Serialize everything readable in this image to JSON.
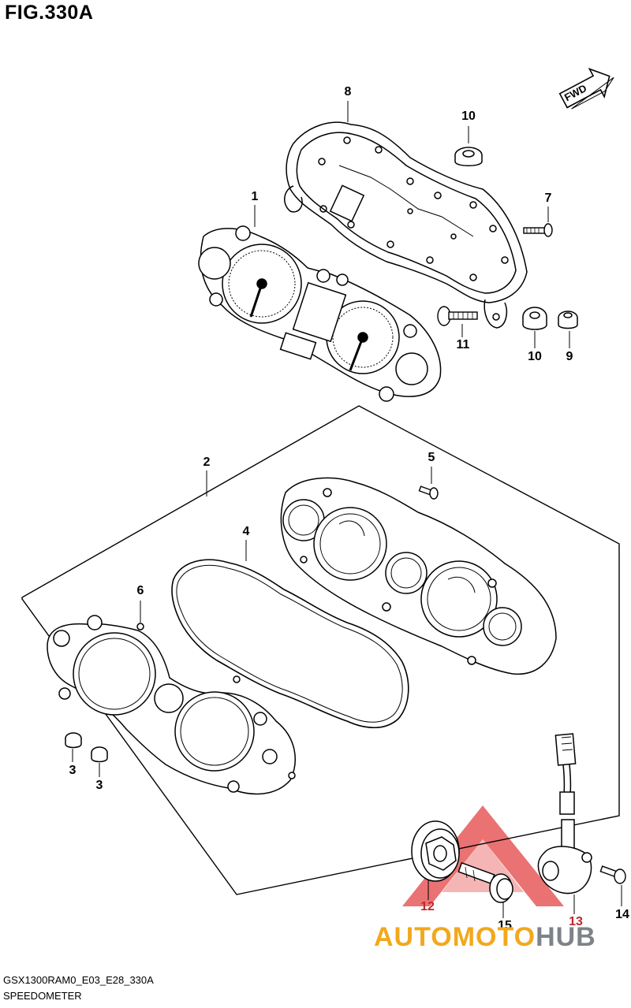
{
  "figure": {
    "title": "FIG.330A",
    "drawing_code": "GSX1300RAM0_E03_E28_330A",
    "description": "SPEEDOMETER"
  },
  "direction_indicator": "FWD",
  "callouts": [
    {
      "number": "1"
    },
    {
      "number": "2"
    },
    {
      "number": "3"
    },
    {
      "number": "3"
    },
    {
      "number": "4"
    },
    {
      "number": "5"
    },
    {
      "number": "6"
    },
    {
      "number": "7"
    },
    {
      "number": "8"
    },
    {
      "number": "9"
    },
    {
      "number": "10"
    },
    {
      "number": "10"
    },
    {
      "number": "11"
    },
    {
      "number": "12"
    },
    {
      "number": "13"
    },
    {
      "number": "14"
    },
    {
      "number": "15"
    }
  ],
  "watermark": {
    "part_a": "AUTOMOTO",
    "part_b": "HUB"
  },
  "colors": {
    "line": "#000000",
    "callout_highlight": "#c0262b",
    "watermark_accent": "#f2a81c",
    "watermark_gray": "#7d8388",
    "watermark_triangle": "#e23b3b"
  }
}
